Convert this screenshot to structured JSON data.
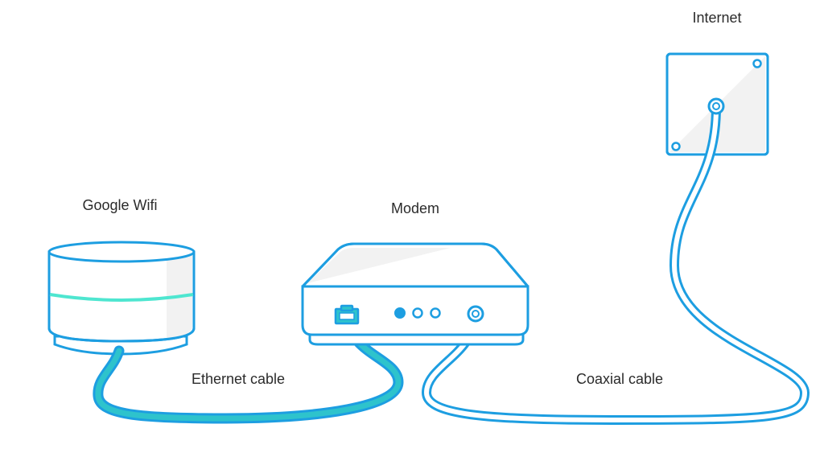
{
  "labels": {
    "internet": "Internet",
    "google_wifi": "Google Wifi",
    "modem": "Modem",
    "ethernet_cable": "Ethernet cable",
    "coaxial_cable": "Coaxial cable"
  },
  "colors": {
    "outline": "#1d9ee1",
    "ethernet_cable": "#2ec3cc",
    "light_ring": "#4ee6d0",
    "device_fill": "#ffffff",
    "shade": "#f2f2f2",
    "text": "#2b2b2b"
  }
}
